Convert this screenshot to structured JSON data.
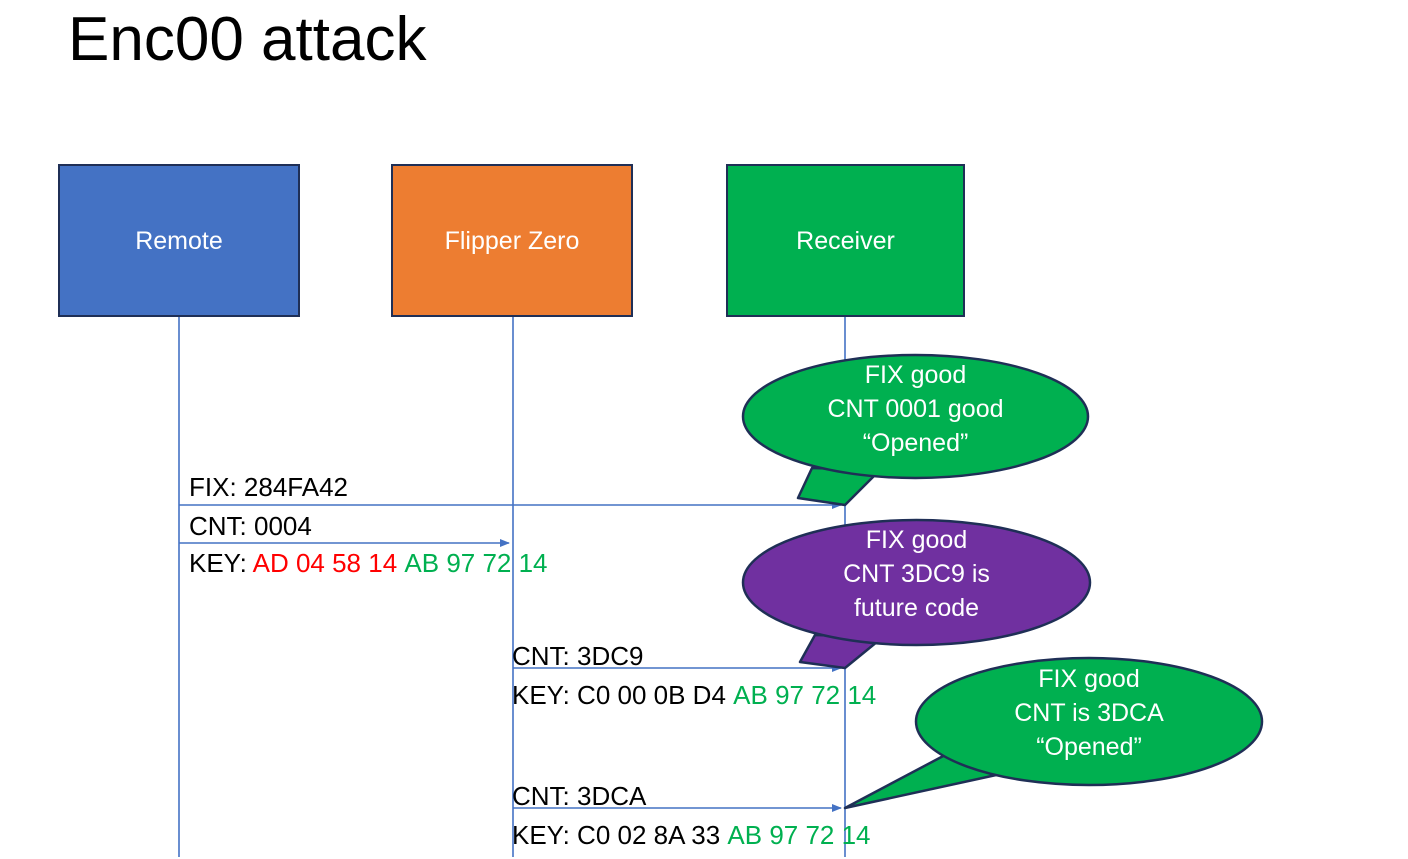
{
  "slide": {
    "title": "Enc00 attack",
    "background": "#ffffff"
  },
  "colors": {
    "remote_fill": "#4472c4",
    "flipper_fill": "#ed7d31",
    "receiver_fill": "#00b050",
    "callout_green": "#00b050",
    "callout_purple": "#7030a0",
    "outline": "#1f2f56",
    "lifeline": "#4472c4",
    "hex_red": "#ff0000",
    "hex_green": "#00b050",
    "text_black": "#000000"
  },
  "actors": [
    {
      "id": "remote",
      "label": "Remote",
      "fill": "#4472c4"
    },
    {
      "id": "flipper",
      "label": "Flipper Zero",
      "fill": "#ed7d31"
    },
    {
      "id": "receiver",
      "label": "Receiver",
      "fill": "#00b050"
    }
  ],
  "messages": [
    {
      "id": "msg-fix",
      "from": "remote",
      "to": "receiver",
      "label": "FIX: 284FA42"
    },
    {
      "id": "msg-cnt-0004",
      "from": "remote",
      "to": "flipper",
      "label": "CNT: 0004"
    },
    {
      "id": "msg-key-1",
      "prefix": "KEY: ",
      "bytes_red": "AD 04 58 14",
      "bytes_green": "AB 97 72 14"
    },
    {
      "id": "msg-cnt-3dc9",
      "from": "flipper",
      "to": "receiver",
      "label": "CNT: 3DC9"
    },
    {
      "id": "msg-key-2",
      "prefix": "KEY: ",
      "bytes_black": "C0 00 0B D4",
      "bytes_green": "AB 97 72 14"
    },
    {
      "id": "msg-cnt-3dca",
      "from": "flipper",
      "to": "receiver",
      "label": "CNT: 3DCA"
    },
    {
      "id": "msg-key-3",
      "prefix": "KEY: ",
      "bytes_black": "C0 02 8A 33",
      "bytes_green": "AB 97 72 14"
    }
  ],
  "callouts": [
    {
      "id": "callout-fix-good-0001",
      "fill": "#00b050",
      "lines": [
        "FIX good",
        "CNT 0001 good",
        "“Opened”"
      ]
    },
    {
      "id": "callout-future-code",
      "fill": "#7030a0",
      "lines": [
        "FIX good",
        "CNT 3DC9 is",
        "future code"
      ]
    },
    {
      "id": "callout-fix-good-3dca",
      "fill": "#00b050",
      "lines": [
        "FIX good",
        "CNT is 3DCA",
        "“Opened”"
      ]
    }
  ]
}
